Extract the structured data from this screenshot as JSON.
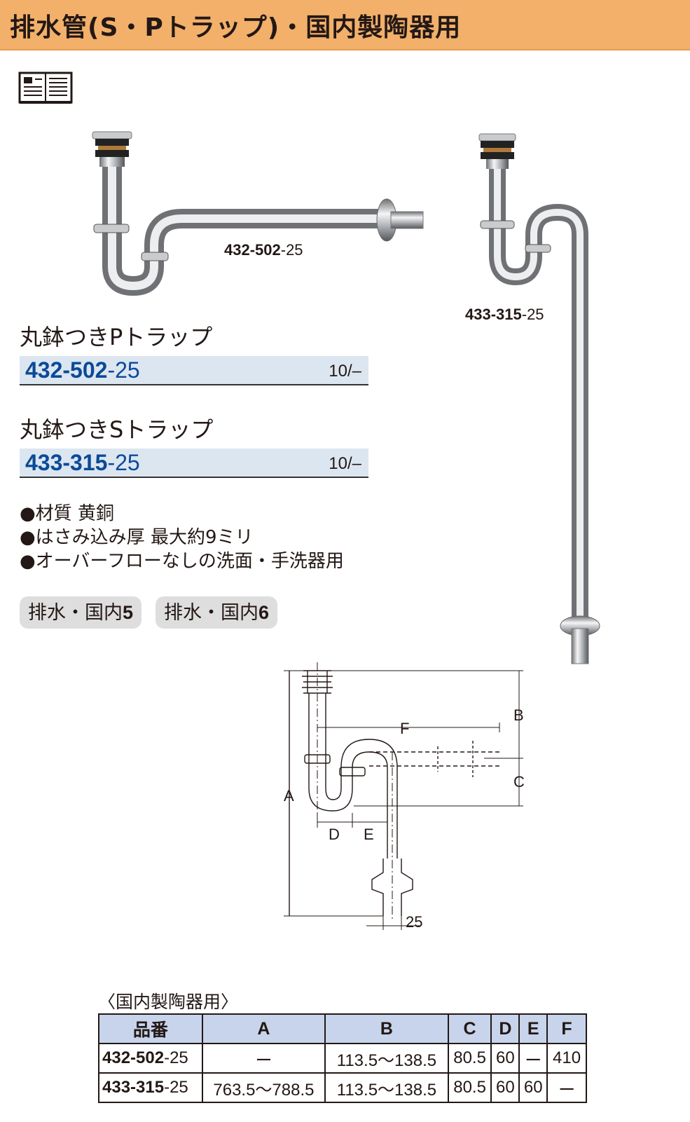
{
  "header": {
    "title": "排水管(S・Pトラップ)・国内製陶器用"
  },
  "products": [
    {
      "name": "丸鉢つきPトラップ",
      "code": "432-502",
      "suffix": "-25",
      "qty": "10/–"
    },
    {
      "name": "丸鉢つきSトラップ",
      "code": "433-315",
      "suffix": "-25",
      "qty": "10/–"
    }
  ],
  "photo_labels": {
    "p_trap": {
      "code": "432-502",
      "suffix": "-25"
    },
    "s_trap": {
      "code": "433-315",
      "suffix": "-25"
    }
  },
  "features": [
    "●材質 黄銅",
    "●はさみ込み厚 最大約9ミリ",
    "●オーバーフローなしの洗面・手洗器用"
  ],
  "tags": [
    {
      "label": "排水・国内",
      "num": "5"
    },
    {
      "label": "排水・国内",
      "num": "6"
    }
  ],
  "diagram": {
    "labels": {
      "a": "A",
      "b": "B",
      "c": "C",
      "d": "D",
      "e": "E",
      "f": "F",
      "dia": "25"
    }
  },
  "table": {
    "caption": "〈国内製陶器用〉",
    "headers": [
      "品番",
      "A",
      "B",
      "C",
      "D",
      "E",
      "F"
    ],
    "rows": [
      {
        "code": "432-502",
        "suffix": "-25",
        "cells": [
          "ー",
          "113.5〜138.5",
          "80.5",
          "60",
          "ー",
          "410"
        ]
      },
      {
        "code": "433-315",
        "suffix": "-25",
        "cells": [
          "763.5〜788.5",
          "113.5〜138.5",
          "80.5",
          "60",
          "60",
          "ー"
        ]
      }
    ]
  },
  "colors": {
    "header_bg": "#f2b06a",
    "code_blue": "#0a4a98",
    "code_bar_bg": "#dce6f0",
    "table_header_bg": "#c7d4eb",
    "tag_bg": "#dedede"
  }
}
